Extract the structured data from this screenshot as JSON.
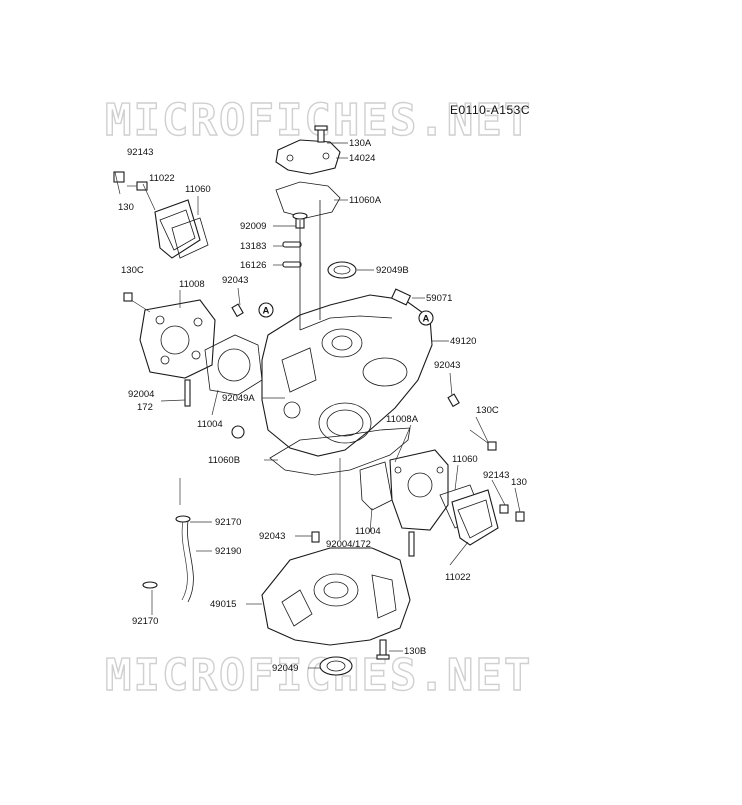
{
  "diagram_code": "E0110-A153C",
  "watermark": {
    "top": "MICROFICHES.NET",
    "bottom": "MICROFICHES.NET"
  },
  "reference_marks": [
    "A",
    "A"
  ],
  "part_labels": [
    "92143",
    "130",
    "11022",
    "11060",
    "130C",
    "11008",
    "92004",
    "172",
    "11004",
    "130A",
    "14024",
    "11060A",
    "92009",
    "13183",
    "16126",
    "92043",
    "92049B",
    "59071",
    "49120",
    "92043",
    "92049A",
    "11008A",
    "130C",
    "11060",
    "92143",
    "130",
    "11060B",
    "11004",
    "92004/172",
    "11022",
    "92170",
    "92190",
    "92043",
    "49015",
    "92170",
    "130B",
    "92049"
  ]
}
